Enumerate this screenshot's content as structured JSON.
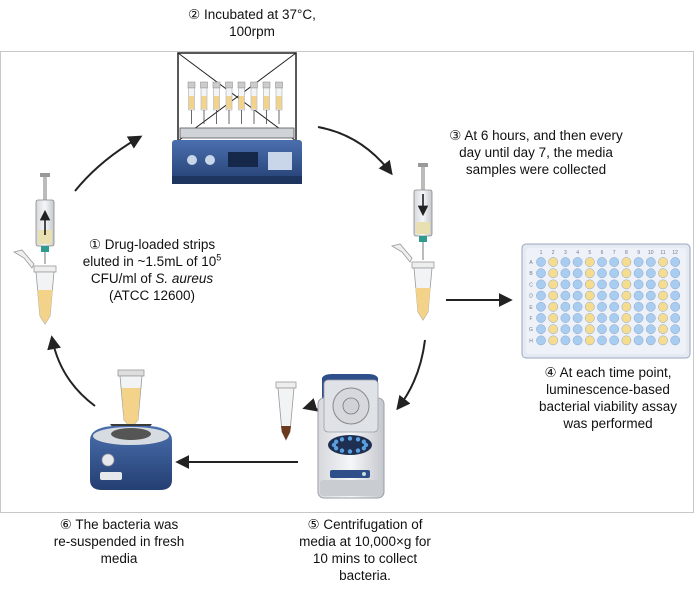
{
  "steps": [
    {
      "number": "①",
      "lines": [
        "Drug-loaded strips",
        "eluted in ~1.5mL of 10",
        "CFU/ml of",
        "(ATCC 12600)"
      ],
      "superscript": "5",
      "italic": "S. aureus"
    },
    {
      "number": "②",
      "lines": [
        "Incubated at 37°C,",
        "100rpm"
      ]
    },
    {
      "number": "③",
      "lines": [
        "At 6 hours, and then every",
        "day until day 7, the media",
        "samples were collected"
      ]
    },
    {
      "number": "④",
      "lines": [
        "At each time point,",
        "luminescence-based",
        "bacterial viability assay",
        "was performed"
      ]
    },
    {
      "number": "⑤",
      "lines": [
        "Centrifugation of",
        "media at 10,000×g for",
        "10 mins to collect",
        "bacteria."
      ]
    },
    {
      "number": "⑥",
      "lines": [
        "The bacteria was",
        "re-suspended in fresh",
        "media"
      ]
    }
  ],
  "plate": {
    "column_labels": [
      "1",
      "2",
      "3",
      "4",
      "5",
      "6",
      "7",
      "8",
      "9",
      "10",
      "11",
      "12"
    ],
    "row_labels": [
      "A",
      "B",
      "C",
      "D",
      "E",
      "F",
      "G",
      "H"
    ],
    "yellow_columns": [
      1,
      4,
      7,
      10
    ],
    "well_blue": "#a9cdf0",
    "well_yellow": "#f6dc8e"
  },
  "colors": {
    "arrow": "#222222",
    "device_blue": "#2f4f8a",
    "liquid": "#f3d28a",
    "pellet": "#6b3a1e"
  }
}
